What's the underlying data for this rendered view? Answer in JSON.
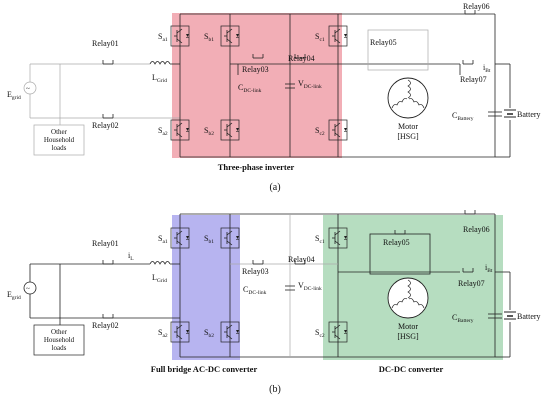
{
  "colors": {
    "inverter_region": "#f2aeb6",
    "acdc_region": "#b7b4f0",
    "dcdc_region": "#b6ddc0",
    "wire": "#222222",
    "wire_faded": "#aaaaaa"
  },
  "panel_a": {
    "caption": "(a)",
    "region_label": "Three-phase inverter",
    "source_label": "E",
    "source_sub": "grid",
    "relay01": "Relay01",
    "relay02": "Relay02",
    "relay03": "Relay03",
    "relay04": "Relay04",
    "relay05": "Relay05",
    "relay06": "Relay06",
    "relay07": "Relay07",
    "grid_inductor": "L",
    "grid_inductor_sub": "Grid",
    "loads_line1": "Other",
    "loads_line2": "Household",
    "loads_line3": "loads",
    "sa1": "S",
    "sa1_sub": "a1",
    "sb1": "S",
    "sb1_sub": "b1",
    "sc1": "S",
    "sc1_sub": "c1",
    "sa2": "S",
    "sa2_sub": "a2",
    "sb2": "S",
    "sb2_sub": "b2",
    "sc2": "S",
    "sc2_sub": "c2",
    "cdc": "C",
    "cdc_sub": "DC-link",
    "vdc": "V",
    "vdc_sub": "DC-link",
    "motor_line1": "Motor",
    "motor_line2": "[HSG]",
    "ibt": "i",
    "ibt_sub": "Bt",
    "cbat": "C",
    "cbat_sub": "Battery",
    "battery": "Battery"
  },
  "panel_b": {
    "caption": "(b)",
    "region_left_label": "Full bridge AC-DC converter",
    "region_right_label": "DC-DC converter",
    "source_label": "E",
    "source_sub": "grid",
    "relay01": "Relay01",
    "relay02": "Relay02",
    "relay03": "Relay03",
    "relay04": "Relay04",
    "relay05": "Relay05",
    "relay06": "Relay06",
    "relay07": "Relay07",
    "il": "i",
    "il_sub": "L",
    "grid_inductor": "L",
    "grid_inductor_sub": "Grid",
    "loads_line1": "Other",
    "loads_line2": "Household",
    "loads_line3": "loads",
    "sa1": "S",
    "sa1_sub": "a1",
    "sb1": "S",
    "sb1_sub": "b1",
    "sc1": "S",
    "sc1_sub": "c1",
    "sa2": "S",
    "sa2_sub": "a2",
    "sb2": "S",
    "sb2_sub": "b2",
    "sc2": "S",
    "sc2_sub": "c2",
    "cdc": "C",
    "cdc_sub": "DC-link",
    "vdc": "V",
    "vdc_sub": "DC-link",
    "motor_line1": "Motor",
    "motor_line2": "[HSG]",
    "ibt": "i",
    "ibt_sub": "Bt",
    "cbat": "C",
    "cbat_sub": "Battery",
    "battery": "Battery"
  }
}
